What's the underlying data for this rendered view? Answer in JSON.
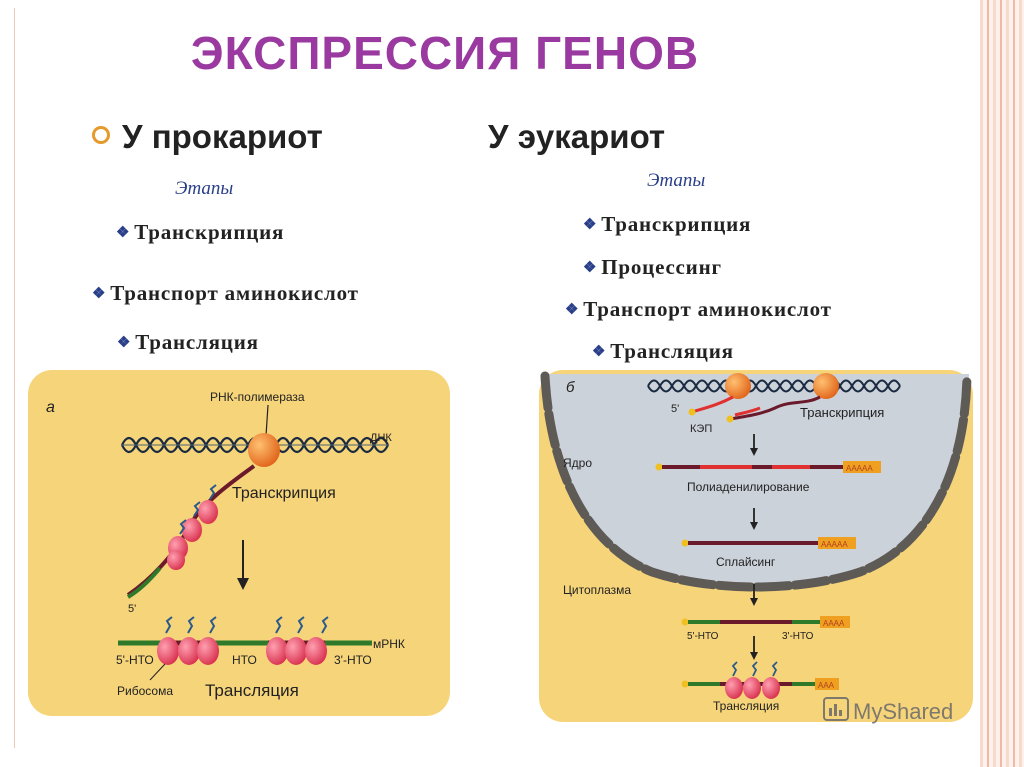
{
  "title": "ЭКСПРЕССИЯ ГЕНОВ",
  "prokaryote": {
    "heading": "У прокариот",
    "stages_label": "Этапы",
    "steps": [
      "Транскрипция",
      "Транспорт аминокислот",
      "Трансляция"
    ],
    "figure": {
      "letter": "а",
      "polymerase": "РНК-полимераза",
      "dna": "ДНК",
      "transcription": "Транскрипция",
      "five_prime": "5'",
      "five_ntr": "5'-НТО",
      "ntr": "НТО",
      "three_ntr": "3'-НТО",
      "mrna": "мРНК",
      "ribosome": "Рибосома",
      "translation": "Трансляция"
    }
  },
  "eukaryote": {
    "heading": "У эукариот",
    "stages_label": "Этапы",
    "steps": [
      "Транскрипция",
      "Процессинг",
      "Транспорт аминокислот",
      "Трансляция"
    ],
    "figure": {
      "letter": "б",
      "five_prime": "5'",
      "cap": "КЭП",
      "transcription": "Транскрипция",
      "nucleus": "Ядро",
      "polyadenylation": "Полиаденилирование",
      "poly_a": "AAAAA",
      "splicing": "Сплайсинг",
      "cytoplasm": "Цитоплазма",
      "poly_a_short": "AAAA",
      "five_ntr": "5'-НТО",
      "three_ntr": "3'-НТО",
      "poly_a_shorter": "AAA",
      "translation": "Трансляция"
    }
  },
  "watermark": "MyShared",
  "colors": {
    "title": "#9a3aa0",
    "panel": "#f6d47a",
    "nucleus": "#ccd2da",
    "envelope": "#5e5a55",
    "mrna": "#2f7a2a",
    "ribosome": "#e8506a",
    "polymerase": "#ef8a2a",
    "red_segment": "#e03030",
    "dark_rna": "#6a1a2a"
  }
}
